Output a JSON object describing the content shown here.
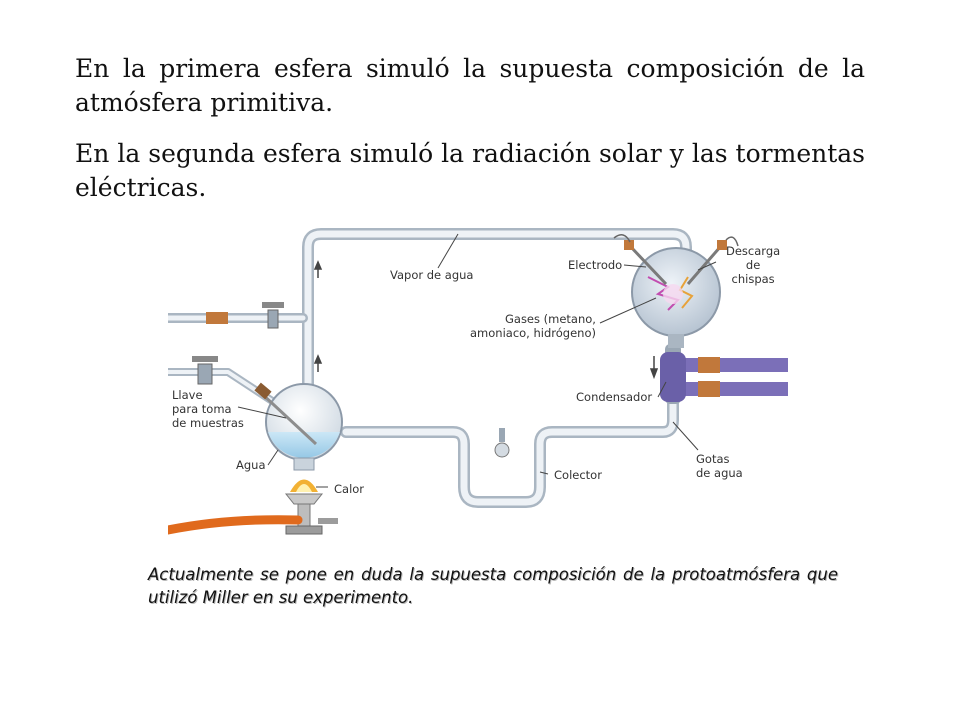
{
  "paragraphs": [
    "En la primera esfera simuló la supuesta composición de la atmósfera primitiva.",
    "En la segunda esfera simuló la radiación solar y las tormentas eléctricas."
  ],
  "figure": {
    "labels": {
      "vapor": "Vapor de agua",
      "electrodo": "Electrodo",
      "descarga": [
        "Descarga",
        "de",
        "chispas"
      ],
      "gases": [
        "Gases (metano,",
        "amoniaco, hidrógeno)"
      ],
      "condensador": "Condensador",
      "llave": [
        "Llave",
        "para toma",
        "de muestras"
      ],
      "agua": "Agua",
      "calor": "Calor",
      "colector": "Colector",
      "gotas": [
        "Gotas",
        "de agua"
      ]
    },
    "colors": {
      "tube": "#c9d3dc",
      "water": "#a9d6ee",
      "condenser": "#7b6fb8",
      "gas_hose": "#e06a1d",
      "flame": "#f2b134",
      "spark": "#c24db0"
    }
  },
  "caption": "Actualmente se pone en duda la supuesta composición de la protoatmósfera que utilizó Miller en su experimento."
}
